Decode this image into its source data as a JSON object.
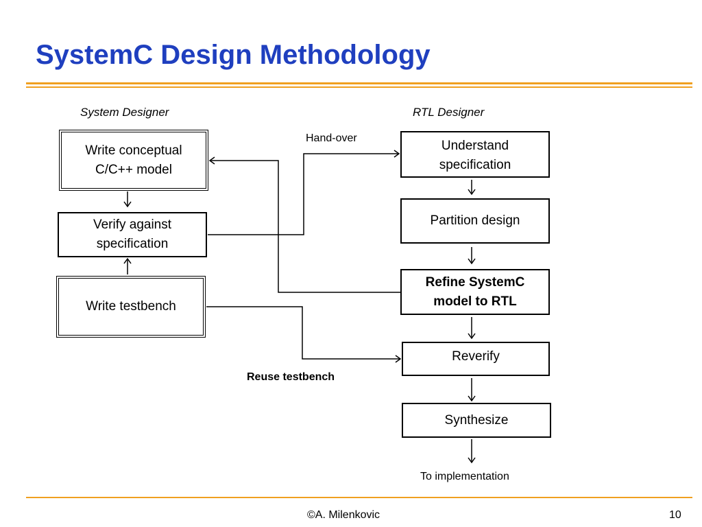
{
  "slide": {
    "title": "SystemC Design Methodology",
    "accent_color": "#f0a020",
    "title_color": "#1f3fbf"
  },
  "columns": {
    "left": "System Designer",
    "right": "RTL Designer"
  },
  "left_boxes": {
    "conceptual": "Write conceptual C/C++ model",
    "verify": "Verify against specification",
    "testbench": "Write testbench"
  },
  "right_boxes": {
    "understand": "Understand specification",
    "partition": "Partition design",
    "refine": "Refine SystemC model to RTL",
    "reverify": "Reverify",
    "synthesize": "Synthesize"
  },
  "notes": {
    "handover": "Hand-over",
    "reuse": "Reuse testbench",
    "implementation": "To implementation"
  },
  "footer": {
    "author": "©A. Milenkovic",
    "page": "10"
  }
}
